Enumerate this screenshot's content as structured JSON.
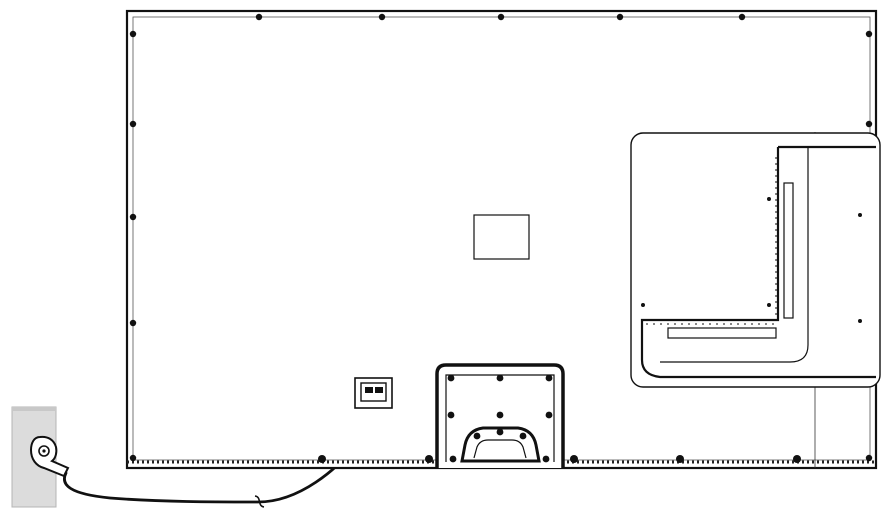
{
  "diagram": {
    "subject": "tv-rear-panel-power-cord-connection",
    "colors": {
      "line": "#111111",
      "background": "#ffffff",
      "wall": "#dcdcdc",
      "wall_edge": "#b5b5b5",
      "bracket_stroke": "#222222"
    },
    "components": [
      {
        "name": "tv-back-panel"
      },
      {
        "name": "vesa-label-plate"
      },
      {
        "name": "terminal-compartment"
      },
      {
        "name": "ac-power-inlet"
      },
      {
        "name": "stand-mount-bracket"
      },
      {
        "name": "power-cord"
      },
      {
        "name": "wall-outlet"
      }
    ]
  }
}
